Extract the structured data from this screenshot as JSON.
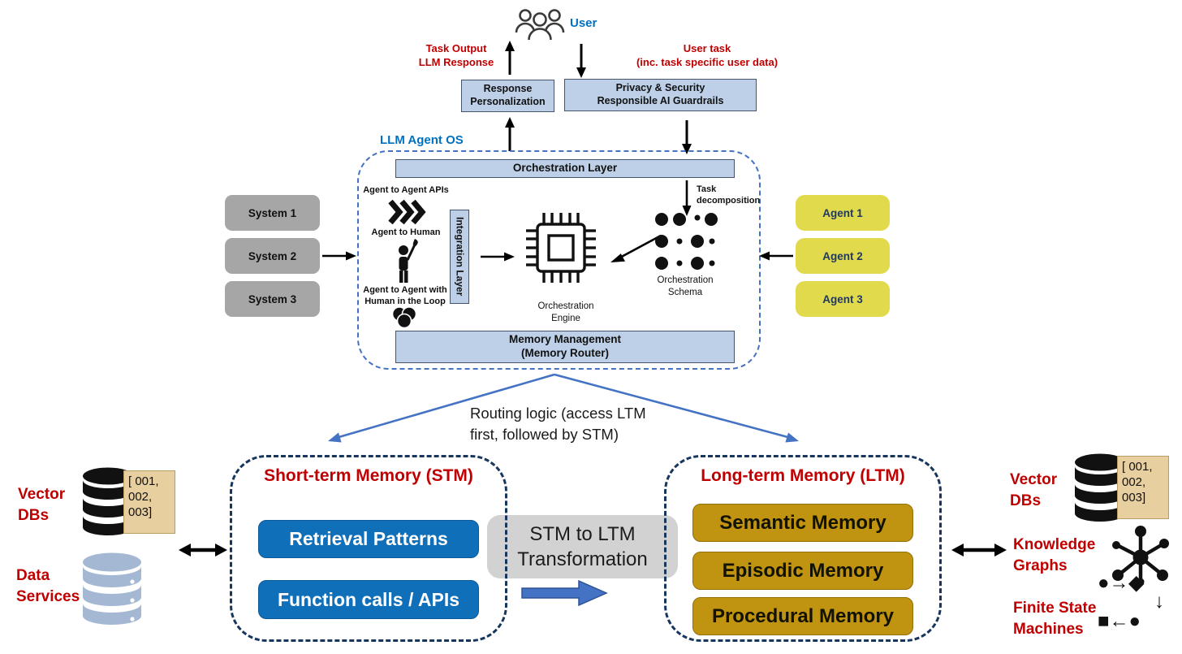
{
  "colors": {
    "accent_blue_text": "#0070C0",
    "red_text": "#C00000",
    "light_blue_box": "#BDD0E8",
    "system_gray": "#A6A6A6",
    "agent_yellow": "#E2DA4D",
    "stm_button_blue": "#0F6FB8",
    "ltm_gold": "#C09310",
    "dashed_navy": "#17365D",
    "dashed_blue": "#4472C4",
    "transform_gray": "#D2D2D2",
    "card_tan": "#E7CFA0"
  },
  "top": {
    "user_label": "User",
    "task_output": "Task Output\nLLM Response",
    "user_task": "User task\n(inc. task specific user data)",
    "response_box": "Response\nPersonalization",
    "privacy_box": "Privacy & Security\nResponsible AI Guardrails"
  },
  "agent_os": {
    "label": "LLM Agent OS",
    "orchestration_layer": "Orchestration Layer",
    "task_decomposition": "Task\ndecomposition",
    "agent_to_agent": "Agent to Agent APIs",
    "agent_to_human": "Agent to Human",
    "agent_loop": "Agent to Agent with\nHuman in the Loop",
    "integration_layer": "Integration Layer",
    "orchestration_engine": "Orchestration\nEngine",
    "orchestration_schema": "Orchestration\nSchema",
    "memory_management": "Memory Management\n(Memory Router)"
  },
  "systems": [
    {
      "label": "System 1"
    },
    {
      "label": "System 2"
    },
    {
      "label": "System 3"
    }
  ],
  "agents": [
    {
      "label": "Agent 1"
    },
    {
      "label": "Agent 2"
    },
    {
      "label": "Agent 3"
    }
  ],
  "routing_logic": "Routing logic (access LTM\nfirst, followed by STM)",
  "stm": {
    "title": "Short-term Memory (STM)",
    "items": [
      {
        "label": "Retrieval Patterns"
      },
      {
        "label": "Function calls / APIs"
      }
    ]
  },
  "transform": {
    "label": "STM to LTM\nTransformation"
  },
  "ltm": {
    "title": "Long-term Memory (LTM)",
    "items": [
      {
        "label": "Semantic Memory"
      },
      {
        "label": "Episodic Memory"
      },
      {
        "label": "Procedural Memory"
      }
    ]
  },
  "left_sources": {
    "vector_dbs": "Vector\nDBs",
    "card_text": "[ 001,\n002,\n003]",
    "data_services": "Data\nServices"
  },
  "right_sources": {
    "vector_dbs": "Vector\nDBs",
    "card_text": "[ 001,\n002,\n003]",
    "knowledge_graphs": "Knowledge\nGraphs",
    "finite_state_machines": "Finite State\nMachines",
    "fsm_row1": "●→◆",
    "fsm_row2": "↓",
    "fsm_row3": "■←●"
  }
}
